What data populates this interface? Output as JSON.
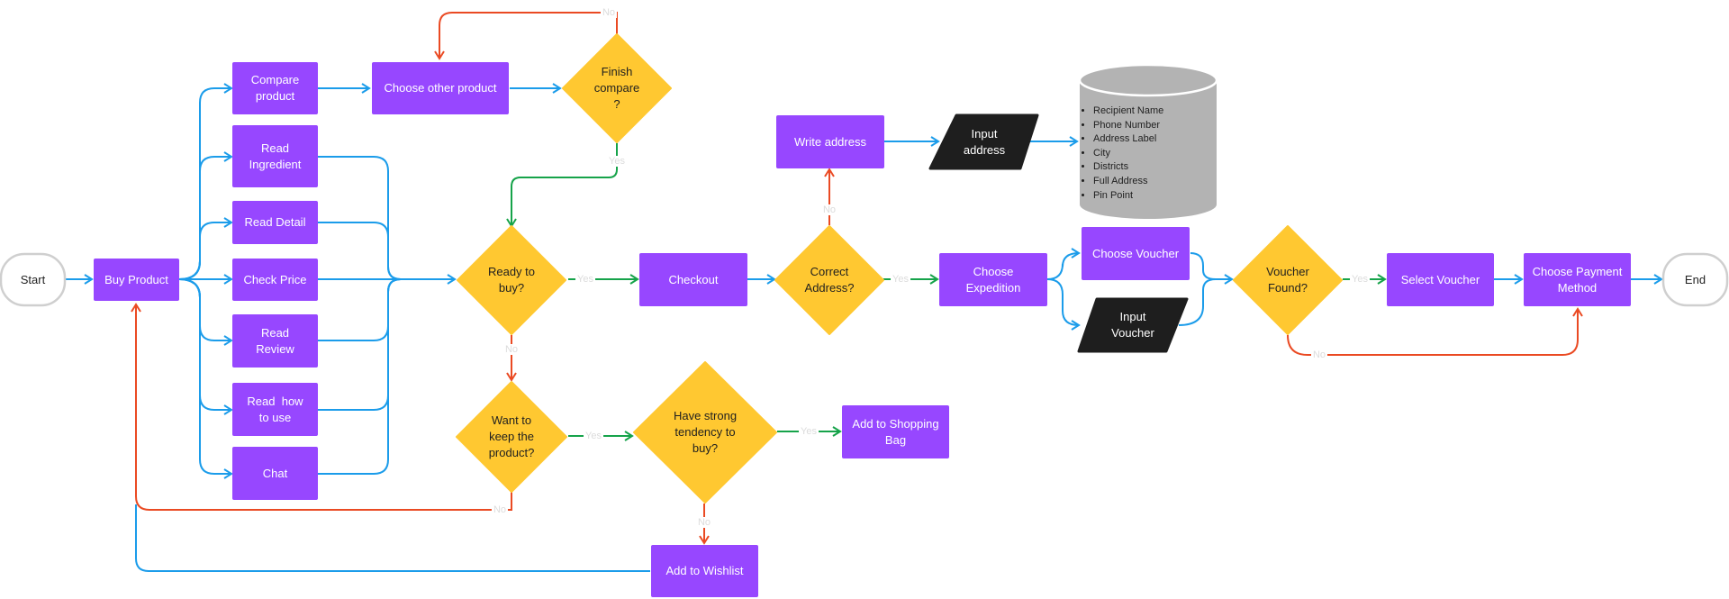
{
  "colors": {
    "process": "#9747ff",
    "decision": "#ffc831",
    "io": "#1e1e1e",
    "database": "#b3b3b3",
    "terminal_border": "#cfcfcf",
    "flow": "#1b9cea",
    "yes": "#16a34a",
    "no": "#ea4a23"
  },
  "nodes": {
    "start": "Start",
    "buy_product": "Buy Product",
    "compare_product": "Compare\nproduct",
    "read_ingredient": "Read\nIngredient",
    "read_detail": "Read Detail",
    "check_price": "Check Price",
    "read_review": "Read\nReview",
    "read_how_to_use": "Read  how\nto use",
    "chat": "Chat",
    "choose_other_product": "Choose other product",
    "finish_compare": "Finish\ncompare\n?",
    "ready_to_buy": "Ready to\nbuy?",
    "want_to_keep": "Want to\nkeep the\nproduct?",
    "strong_tendency": "Have strong\ntendency to\nbuy?",
    "add_to_shopping_bag": "Add to Shopping\nBag",
    "add_to_wishlist": "Add to Wishlist",
    "checkout": "Checkout",
    "correct_address": "Correct\nAddress?",
    "write_address": "Write address",
    "input_address": "Input\naddress",
    "choose_expedition": "Choose\nExpedition",
    "choose_voucher": "Choose Voucher",
    "input_voucher": "Input\nVoucher",
    "voucher_found": "Voucher\nFound?",
    "select_voucher": "Select Voucher",
    "choose_payment_method": "Choose Payment\nMethod",
    "end": "End"
  },
  "database_fields": [
    "Recipient Name",
    "Phone Number",
    "Address Label",
    "City",
    "Districts",
    "Full Address",
    "Pin Point"
  ],
  "edge_labels": {
    "yes": "Yes",
    "no": "No"
  }
}
